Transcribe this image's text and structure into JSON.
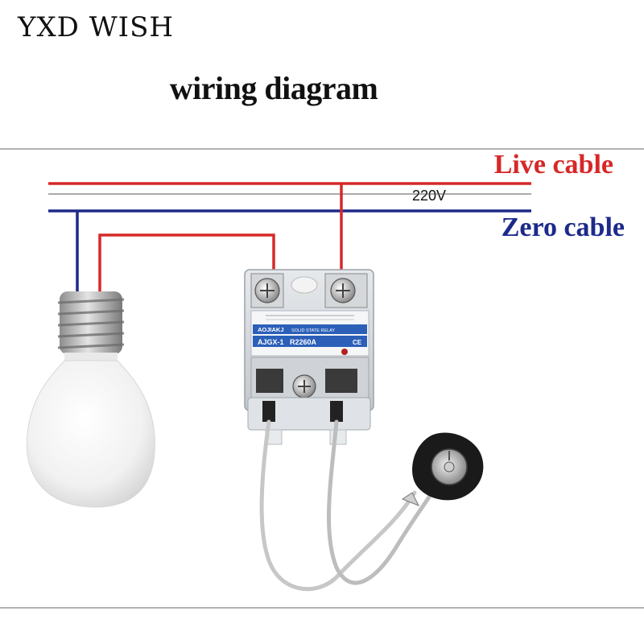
{
  "brand": "YXD WISH",
  "title": "wiring diagram",
  "labels": {
    "live": "Live cable",
    "zero": "Zero cable",
    "voltage": "220V"
  },
  "relay": {
    "brand": "AOJIAKJ",
    "type": "SOLID STATE RELAY",
    "model": "AJGX-1   R2260A",
    "ce": "CE"
  },
  "colors": {
    "live": "#d62828",
    "zero": "#1d2a8a",
    "relay_label": "#2b5fb8"
  }
}
